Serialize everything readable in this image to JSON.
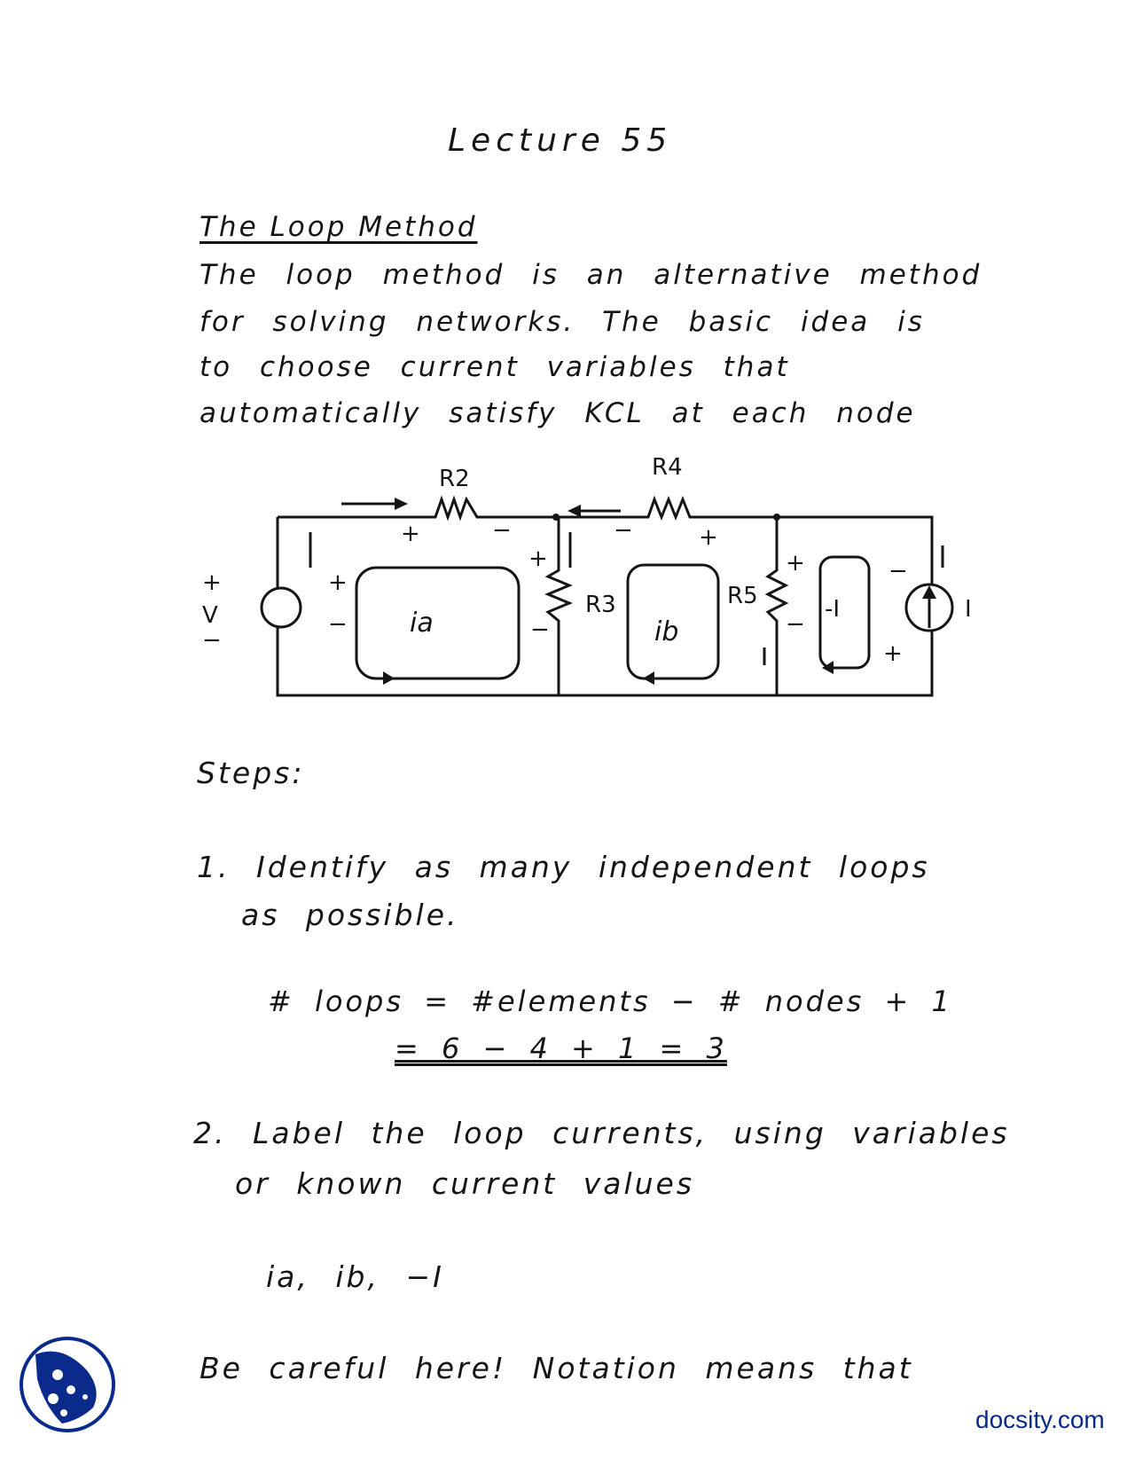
{
  "document": {
    "title": "Lecture 55",
    "heading": "The Loop Method",
    "paragraph": [
      "The loop method is an alternative method",
      "for solving networks. The basic idea is",
      "to choose current variables that",
      "automatically satisfy KCL at each node"
    ],
    "circuit": {
      "labels": {
        "r2": "R2",
        "r4": "R4",
        "r3": "R3",
        "r5": "R5",
        "v": "V",
        "i": "I",
        "ia": "ia",
        "ib": "ib",
        "loop3": "-I",
        "plus": "+",
        "minus": "−"
      }
    },
    "steps_label": "Steps:",
    "step1": [
      "1. Identify as many independent loops",
      "as possible."
    ],
    "equation": [
      "# loops = #elements − # nodes + 1",
      "= 6 − 4 + 1 = 3"
    ],
    "step2": [
      "2. Label the loop currents, using variables",
      "or known current values"
    ],
    "currents": "ia, ib, −I",
    "note": "Be careful here! Notation means that"
  },
  "footer": {
    "brand": "docsity.com",
    "brand_color": "#0a2a8c",
    "logo": "docsity-logo"
  }
}
